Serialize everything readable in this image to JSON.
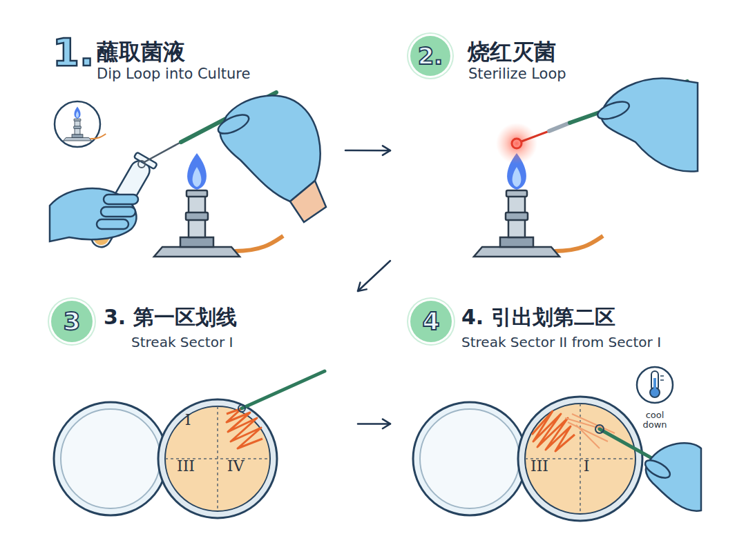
{
  "diagram": {
    "nodes": [
      {
        "text": [
          "1.",
          "蘸取菌液",
          "Dip Loop into Culture"
        ]
      },
      {
        "text": [
          "2.",
          "烧红灭菌",
          "Sterilize Loop"
        ]
      },
      {
        "text": [
          "3",
          "3. 第一区划线",
          "Streak Sector I"
        ]
      },
      {
        "text": [
          "4",
          "4. 引出划第二区",
          "Streak Sector II from Sector I"
        ]
      }
    ],
    "edges": [
      {
        "from": 0,
        "to": 1,
        "arrow": "to"
      },
      {
        "from": 1,
        "to": 2,
        "arrow": "to"
      },
      {
        "from": 2,
        "to": 3,
        "arrow": "to"
      }
    ],
    "labels": [
      "I",
      "III",
      "IV",
      "III",
      "I",
      "cool down"
    ]
  }
}
